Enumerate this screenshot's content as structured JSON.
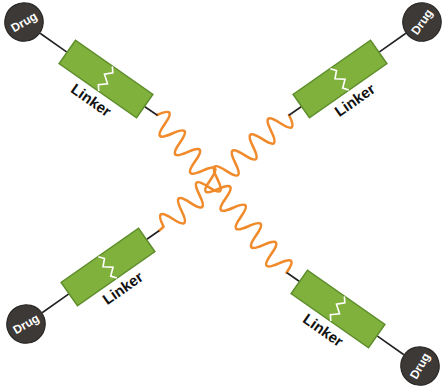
{
  "diagram": {
    "nodes": [
      {
        "text": [
          "Drug"
        ]
      },
      {
        "text": [
          "Linker"
        ]
      },
      {
        "text": [
          "Drug"
        ]
      },
      {
        "text": [
          "Linker"
        ]
      },
      {
        "text": [
          "Drug"
        ]
      },
      {
        "text": [
          "Linker"
        ]
      },
      {
        "text": [
          "Drug"
        ]
      },
      {
        "text": [
          "Linker"
        ]
      }
    ],
    "edges": [
      {
        "from": 0,
        "to": 1,
        "arrow": "none"
      },
      {
        "from": 2,
        "to": 3,
        "arrow": "none"
      },
      {
        "from": 4,
        "to": 5,
        "arrow": "none"
      },
      {
        "from": 6,
        "to": 7,
        "arrow": "none"
      }
    ]
  }
}
